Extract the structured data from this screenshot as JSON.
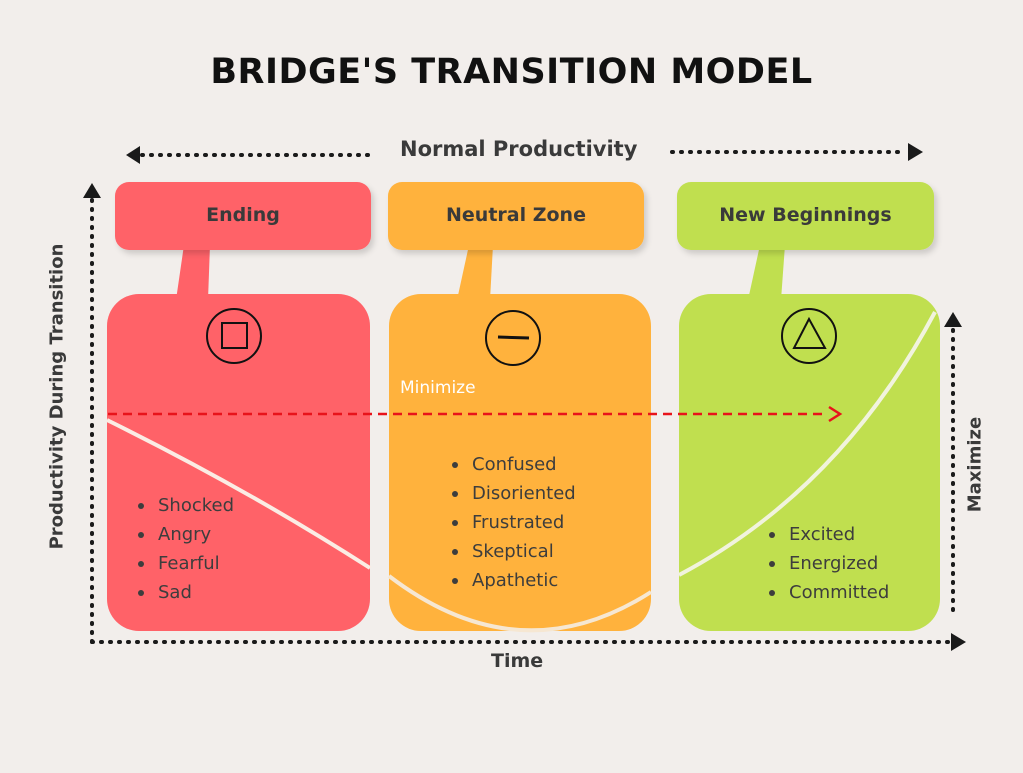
{
  "title": "BRIDGE'S TRANSITION MODEL",
  "axis": {
    "top_label": "Normal Productivity",
    "x_label": "Time",
    "y_label": "Productivity During Transition",
    "right_label": "Maximize"
  },
  "annotation": "Minimize",
  "phases": [
    {
      "name": "Ending",
      "color": "#ff6268",
      "icon": "square-icon",
      "feelings": [
        "Shocked",
        "Angry",
        "Fearful",
        "Sad"
      ]
    },
    {
      "name": "Neutral Zone",
      "color": "#ffb23d",
      "icon": "minus-icon",
      "feelings": [
        "Confused",
        "Disoriented",
        "Frustrated",
        "Skeptical",
        "Apathetic"
      ]
    },
    {
      "name": "New Beginnings",
      "color": "#c0df4f",
      "icon": "triangle-icon",
      "feelings": [
        "Excited",
        "Energized",
        "Committed"
      ]
    }
  ],
  "colors": {
    "background": "#f2eeeb",
    "dashed_arrow": "#e8131b",
    "curve": "#f6eee2"
  }
}
